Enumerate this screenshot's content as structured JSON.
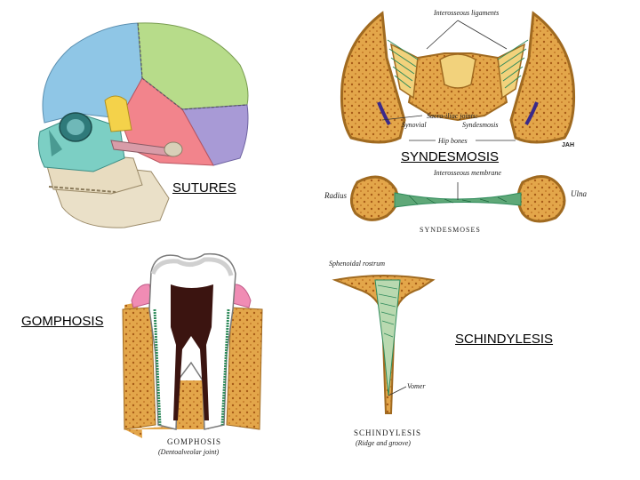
{
  "captions": {
    "syndesmosis": "SYNDESMOSIS",
    "sutures": "SUTURES",
    "gomphosis": "GOMPHOSIS",
    "schindylesis": "SCHINDYLESIS"
  },
  "syndesmosis_panel": {
    "interosseous_ligaments": "Interosseous ligaments",
    "sacro_iliac_joints": "Sacro-iliac joints:",
    "synovial": "Synovial",
    "syndesmosis": "Syndesmosis",
    "hip_bones": "Hip bones",
    "artist": "JAH"
  },
  "syndesmoses_panel": {
    "interosseous_membrane": "Interosseous membrane",
    "radius": "Radius",
    "ulna": "Ulna",
    "title": "SYNDESMOSES"
  },
  "gomphosis_panel": {
    "title": "GOMPHOSIS",
    "subtitle": "(Dentoalveolar joint)"
  },
  "schindylesis_panel": {
    "sphenoidal_rostrum": "Sphenoidal rostrum",
    "vomer": "Vomer",
    "title": "SCHINDYLESIS",
    "subtitle": "(Ridge and groove)"
  },
  "colors": {
    "bone": "#e3a64a",
    "bone_light": "#f2d27c",
    "bone_dark": "#b8701e",
    "ligament": "#2e8a5a",
    "skull_blue": "#8fc6e6",
    "skull_green": "#b7dc8a",
    "skull_pink": "#f2848c",
    "skull_yellow": "#f4d24a",
    "skull_purple": "#a89ad6",
    "face_teal": "#7ccfc4",
    "gum_pink": "#f08cb4",
    "pulp": "#3b1410"
  }
}
